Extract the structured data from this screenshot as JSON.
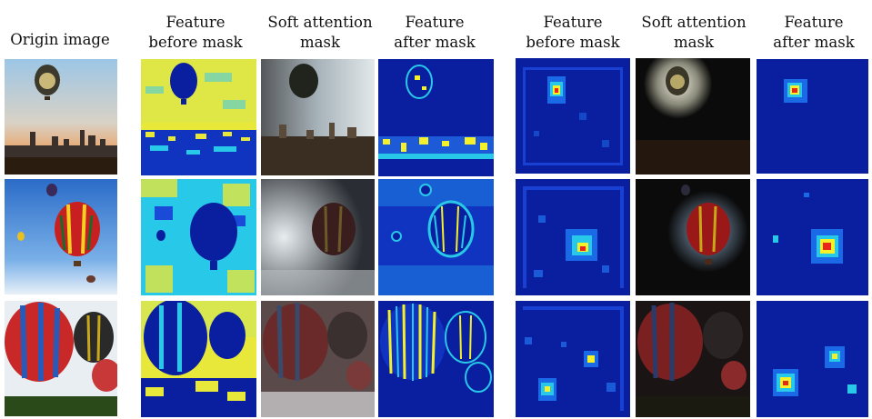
{
  "headers": [
    {
      "key": "origin",
      "text": "Origin image"
    },
    {
      "key": "feat_before_1",
      "text": "Feature\nbefore mask"
    },
    {
      "key": "soft_mask_1",
      "text": "Soft attention\nmask"
    },
    {
      "key": "feat_after_1",
      "text": "Feature\nafter mask"
    },
    {
      "key": "feat_before_2",
      "text": "Feature\nbefore mask"
    },
    {
      "key": "soft_mask_2",
      "text": "Soft attention\nmask"
    },
    {
      "key": "feat_after_2",
      "text": "Feature\nafter mask"
    }
  ],
  "rows": [
    {
      "subject": "single hot air balloon over city skyline"
    },
    {
      "subject": "striped hot air balloons in blue sky"
    },
    {
      "subject": "group of red and blue hot air balloons"
    }
  ],
  "colors": {
    "jet_low": "#0a1ea0",
    "jet_mid": "#27c8e8",
    "jet_high": "#f4f02a",
    "jet_peak": "#e8261a"
  }
}
